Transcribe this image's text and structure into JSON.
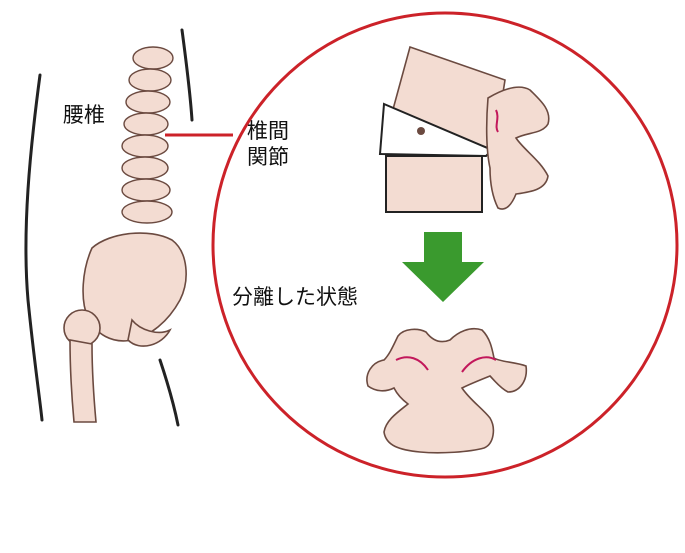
{
  "labels": {
    "lumbar": "腰椎",
    "facet_line1": "椎間",
    "facet_line2": "関節",
    "separated": "分離した状態"
  },
  "colors": {
    "circle": "#cc2229",
    "arrow": "#3a9a2e",
    "bone_fill": "#f3dcd2",
    "bone_stroke": "#6b4a40",
    "crack": "#c2185b",
    "outline": "#222222"
  },
  "icons": {
    "arrow": "down-arrow"
  }
}
